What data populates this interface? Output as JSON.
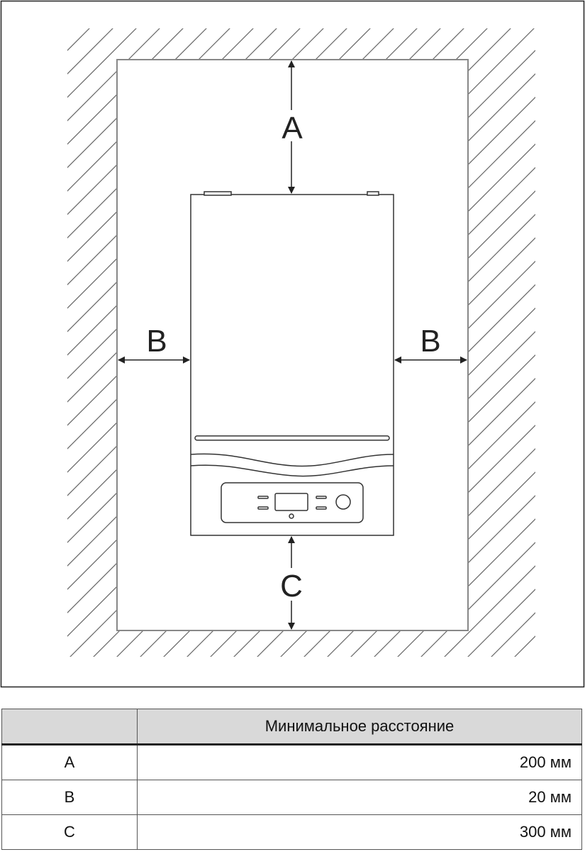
{
  "diagram": {
    "labels": {
      "top": "A",
      "left": "B",
      "right": "B",
      "bottom": "C"
    }
  },
  "table": {
    "header": {
      "label": "",
      "value": "Минимальное расстояние"
    },
    "rows": [
      {
        "label": "A",
        "value": "200 мм"
      },
      {
        "label": "B",
        "value": "20 мм"
      },
      {
        "label": "C",
        "value": "300 мм"
      }
    ]
  }
}
